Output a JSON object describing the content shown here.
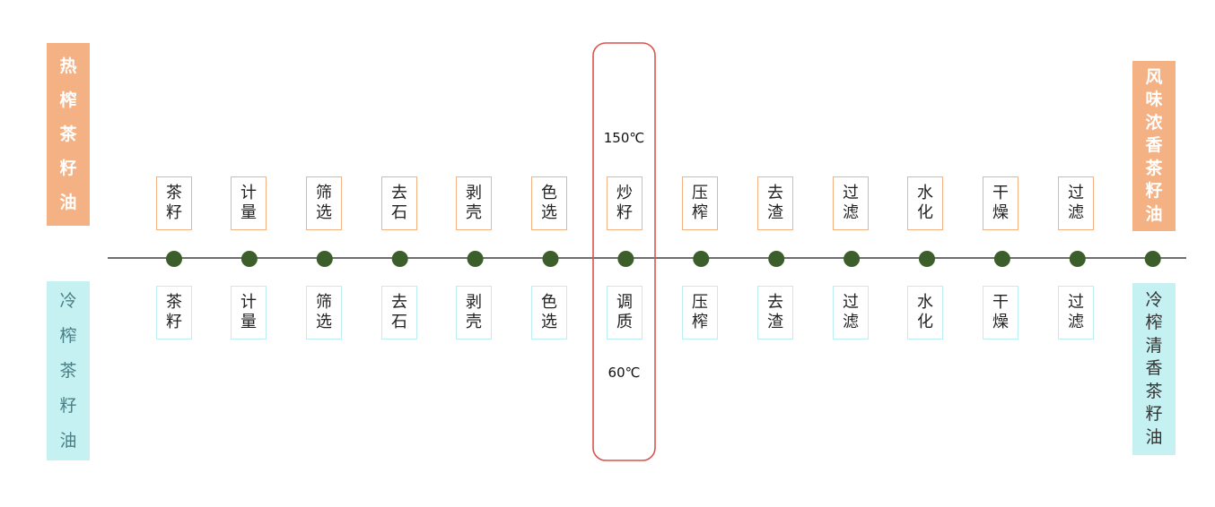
{
  "hot_press": {
    "chars": [
      "热",
      "榨",
      "茶",
      "籽",
      "油"
    ]
  },
  "cold_press": {
    "chars": [
      "冷",
      "榨",
      "茶",
      "籽",
      "油"
    ]
  },
  "hot_product": {
    "chars": [
      "风",
      "味",
      "浓",
      "香",
      "茶",
      "籽",
      "油"
    ]
  },
  "cold_product": {
    "chars": [
      "冷",
      "榨",
      "清",
      "香",
      "茶",
      "籽",
      "油"
    ]
  },
  "hot_steps": [
    {
      "chars": [
        "茶",
        "籽"
      ]
    },
    {
      "chars": [
        "计",
        "量"
      ]
    },
    {
      "chars": [
        "筛",
        "选"
      ]
    },
    {
      "chars": [
        "去",
        "石"
      ]
    },
    {
      "chars": [
        "剥",
        "壳"
      ]
    },
    {
      "chars": [
        "色",
        "选"
      ]
    },
    {
      "chars": [
        "炒",
        "籽"
      ]
    },
    {
      "chars": [
        "压",
        "榨"
      ]
    },
    {
      "chars": [
        "去",
        "渣"
      ]
    },
    {
      "chars": [
        "过",
        "滤"
      ]
    },
    {
      "chars": [
        "水",
        "化"
      ]
    },
    {
      "chars": [
        "干",
        "燥"
      ]
    },
    {
      "chars": [
        "过",
        "滤"
      ]
    }
  ],
  "cold_steps": [
    {
      "chars": [
        "茶",
        "籽"
      ]
    },
    {
      "chars": [
        "计",
        "量"
      ]
    },
    {
      "chars": [
        "筛",
        "选"
      ]
    },
    {
      "chars": [
        "去",
        "石"
      ]
    },
    {
      "chars": [
        "剥",
        "壳"
      ]
    },
    {
      "chars": [
        "色",
        "选"
      ]
    },
    {
      "chars": [
        "调",
        "质"
      ]
    },
    {
      "chars": [
        "压",
        "榨"
      ]
    },
    {
      "chars": [
        "去",
        "渣"
      ]
    },
    {
      "chars": [
        "过",
        "滤"
      ]
    },
    {
      "chars": [
        "水",
        "化"
      ]
    },
    {
      "chars": [
        "干",
        "燥"
      ]
    },
    {
      "chars": [
        "过",
        "滤"
      ]
    }
  ],
  "temperatures": {
    "hot": "150℃",
    "cold": "60℃"
  },
  "colors": {
    "hot_fill": "#F4B183",
    "cold_fill": "#C5F1F3",
    "node": "#3B5E2B",
    "timeline": "#6E6E6E",
    "highlight_border": "#D9534F"
  }
}
